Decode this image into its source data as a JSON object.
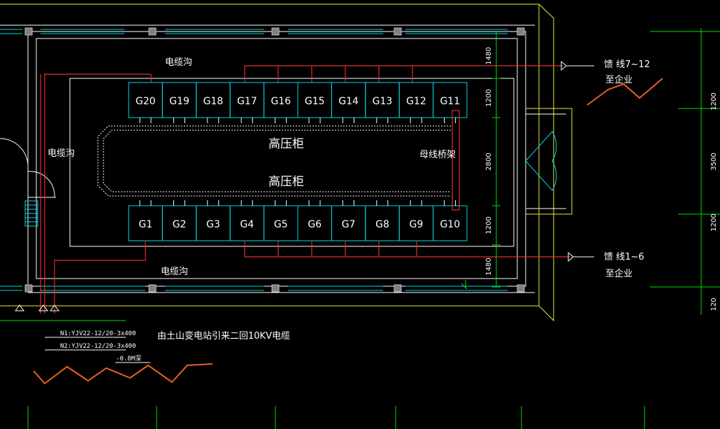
{
  "colors": {
    "background": "#000000",
    "wall": "#ffffff",
    "cabinet": "#00d8e8",
    "cable_red": "#e03030",
    "dimension_green": "#00e000",
    "outline_yellow": "#e8e840",
    "break_orange": "#e86020",
    "column_gray": "#a0a0a0"
  },
  "labels": {
    "cable_trench_top": "电缆沟",
    "cable_trench_left": "电缆沟",
    "cable_trench_bottom": "电缆沟",
    "hv_cabinet_top": "高压柜",
    "hv_cabinet_bottom": "高压柜",
    "busbar_bridge": "母线桥架",
    "feeder_top_line1": "馈 线7~12",
    "feeder_top_line2": "至企业",
    "feeder_bottom_line1": "馈 线1~6",
    "feeder_bottom_line2": "至企业",
    "source_note": "由土山变电站引来二回10KV电缆",
    "cable_n1": "N1:YJV22-12/20-3x400",
    "cable_n2": "N2:YJV22-12/20-3x400",
    "depth_note": "-0.8M深"
  },
  "cabinets_top": [
    "G20",
    "G19",
    "G18",
    "G17",
    "G16",
    "G15",
    "G14",
    "G13",
    "G12",
    "G11"
  ],
  "cabinets_bottom": [
    "G1",
    "G2",
    "G3",
    "G4",
    "G5",
    "G6",
    "G7",
    "G8",
    "G9",
    "G10"
  ],
  "dimensions_middle": [
    "1480",
    "1200",
    "2800",
    "1200",
    "1480"
  ],
  "dimensions_right": [
    "1200",
    "3500",
    "1200",
    "120"
  ]
}
